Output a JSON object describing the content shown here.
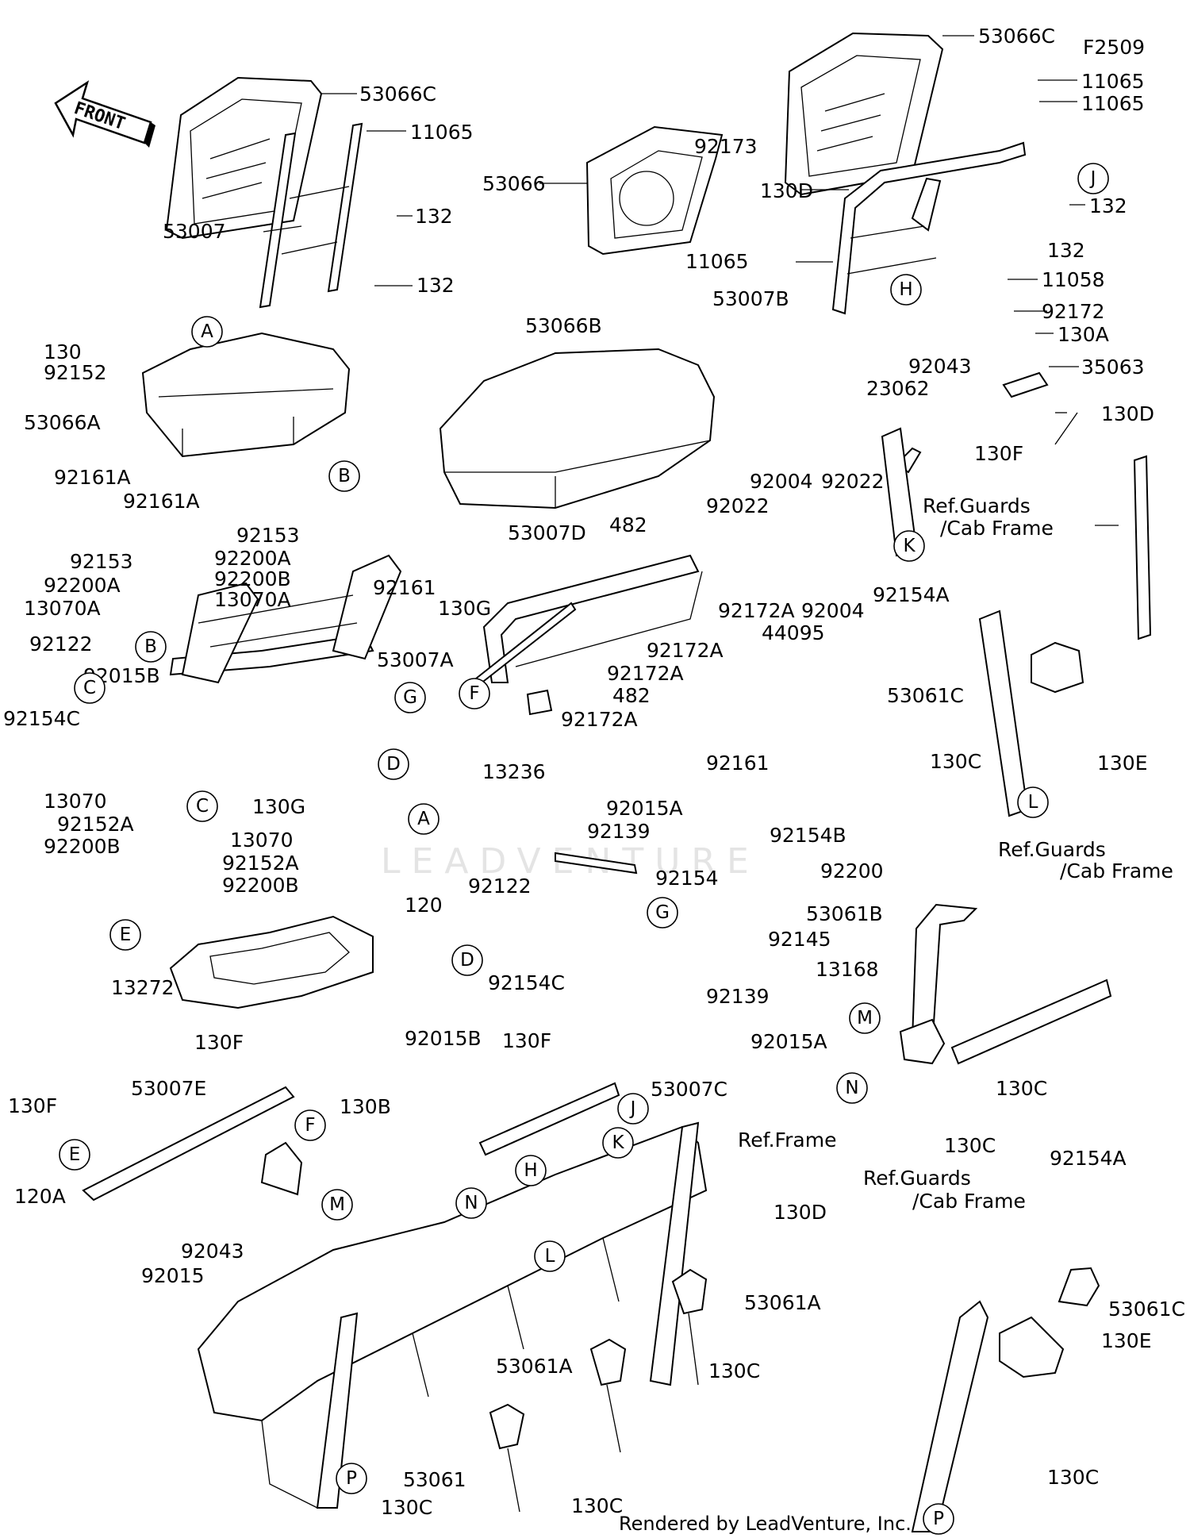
{
  "diagram_code": "F2509",
  "front_arrow_label": "FRONT",
  "footer": "Rendered by LeadVenture, Inc.",
  "watermark": "LEADVENTURE",
  "labels": [
    {
      "id": "l01",
      "text": "53066C"
    },
    {
      "id": "l02",
      "text": "53066C"
    },
    {
      "id": "l03",
      "text": "F2509"
    },
    {
      "id": "l04",
      "text": "11065"
    },
    {
      "id": "l05",
      "text": "11065"
    },
    {
      "id": "l06",
      "text": "11065"
    },
    {
      "id": "l07",
      "text": "132"
    },
    {
      "id": "l08",
      "text": "53066"
    },
    {
      "id": "l09",
      "text": "92173"
    },
    {
      "id": "l10",
      "text": "130D"
    },
    {
      "id": "l11",
      "text": "132"
    },
    {
      "id": "l12",
      "text": "132"
    },
    {
      "id": "l13",
      "text": "53007"
    },
    {
      "id": "l14",
      "text": "132"
    },
    {
      "id": "l15",
      "text": "11065"
    },
    {
      "id": "l16",
      "text": "11058"
    },
    {
      "id": "l17",
      "text": "53007B"
    },
    {
      "id": "l18",
      "text": "92172"
    },
    {
      "id": "l19",
      "text": "53066B"
    },
    {
      "id": "l20",
      "text": "130A"
    },
    {
      "id": "l21",
      "text": "130"
    },
    {
      "id": "l22",
      "text": "92152"
    },
    {
      "id": "l23",
      "text": "92043"
    },
    {
      "id": "l24",
      "text": "35063"
    },
    {
      "id": "l25",
      "text": "53066A"
    },
    {
      "id": "l26",
      "text": "23062"
    },
    {
      "id": "l27",
      "text": "130D"
    },
    {
      "id": "l28",
      "text": "130F"
    },
    {
      "id": "l29",
      "text": "92161A"
    },
    {
      "id": "l30",
      "text": "92004"
    },
    {
      "id": "l31",
      "text": "92022"
    },
    {
      "id": "l32",
      "text": "92161A"
    },
    {
      "id": "l33",
      "text": "92022"
    },
    {
      "id": "l34",
      "text": "Ref.Guards"
    },
    {
      "id": "l35",
      "text": "/Cab Frame"
    },
    {
      "id": "l36",
      "text": "482"
    },
    {
      "id": "l37",
      "text": "53007D"
    },
    {
      "id": "l38",
      "text": "92153"
    },
    {
      "id": "l39",
      "text": "92200A"
    },
    {
      "id": "l40",
      "text": "92153"
    },
    {
      "id": "l41",
      "text": "92200B"
    },
    {
      "id": "l42",
      "text": "92161"
    },
    {
      "id": "l43",
      "text": "92200A"
    },
    {
      "id": "l44",
      "text": "13070A"
    },
    {
      "id": "l45",
      "text": "130G"
    },
    {
      "id": "l46",
      "text": "92154A"
    },
    {
      "id": "l47",
      "text": "92172A"
    },
    {
      "id": "l48",
      "text": "92004"
    },
    {
      "id": "l49",
      "text": "13070A"
    },
    {
      "id": "l50",
      "text": "44095"
    },
    {
      "id": "l51",
      "text": "92122"
    },
    {
      "id": "l52",
      "text": "92172A"
    },
    {
      "id": "l53",
      "text": "92015B"
    },
    {
      "id": "l54",
      "text": "53007A"
    },
    {
      "id": "l55",
      "text": "92172A"
    },
    {
      "id": "l56",
      "text": "482"
    },
    {
      "id": "l57",
      "text": "53061C"
    },
    {
      "id": "l58",
      "text": "92172A"
    },
    {
      "id": "l59",
      "text": "92154C"
    },
    {
      "id": "l60",
      "text": "92161"
    },
    {
      "id": "l61",
      "text": "130C"
    },
    {
      "id": "l62",
      "text": "130E"
    },
    {
      "id": "l63",
      "text": "13236"
    },
    {
      "id": "l64",
      "text": "13070"
    },
    {
      "id": "l65",
      "text": "130G"
    },
    {
      "id": "l66",
      "text": "92015A"
    },
    {
      "id": "l67",
      "text": "92152A"
    },
    {
      "id": "l68",
      "text": "92200B"
    },
    {
      "id": "l69",
      "text": "92154B"
    },
    {
      "id": "l70",
      "text": "Ref.Guards"
    },
    {
      "id": "l71",
      "text": "92139"
    },
    {
      "id": "l72",
      "text": "13070"
    },
    {
      "id": "l73",
      "text": "/Cab Frame"
    },
    {
      "id": "l74",
      "text": "92200"
    },
    {
      "id": "l75",
      "text": "92152A"
    },
    {
      "id": "l76",
      "text": "92154"
    },
    {
      "id": "l77",
      "text": "92200B"
    },
    {
      "id": "l78",
      "text": "53061B"
    },
    {
      "id": "l79",
      "text": "92122"
    },
    {
      "id": "l80",
      "text": "120"
    },
    {
      "id": "l81",
      "text": "92145"
    },
    {
      "id": "l82",
      "text": "13168"
    },
    {
      "id": "l83",
      "text": "92154C"
    },
    {
      "id": "l84",
      "text": "13272"
    },
    {
      "id": "l85",
      "text": "92139"
    },
    {
      "id": "l86",
      "text": "92015B"
    },
    {
      "id": "l87",
      "text": "92015A"
    },
    {
      "id": "l88",
      "text": "130F"
    },
    {
      "id": "l89",
      "text": "130F"
    },
    {
      "id": "l90",
      "text": "130C"
    },
    {
      "id": "l91",
      "text": "53007C"
    },
    {
      "id": "l92",
      "text": "53007E"
    },
    {
      "id": "l93",
      "text": "130F"
    },
    {
      "id": "l94",
      "text": "130B"
    },
    {
      "id": "l95",
      "text": "130C"
    },
    {
      "id": "l96",
      "text": "Ref.Frame"
    },
    {
      "id": "l97",
      "text": "120A"
    },
    {
      "id": "l98",
      "text": "Ref.Guards"
    },
    {
      "id": "l99",
      "text": "130D"
    },
    {
      "id": "l100",
      "text": "/Cab Frame"
    },
    {
      "id": "l101",
      "text": "92154A"
    },
    {
      "id": "l102",
      "text": "92043"
    },
    {
      "id": "l103",
      "text": "92015"
    },
    {
      "id": "l104",
      "text": "53061A"
    },
    {
      "id": "l105",
      "text": "53061C"
    },
    {
      "id": "l106",
      "text": "130E"
    },
    {
      "id": "l107",
      "text": "53061A"
    },
    {
      "id": "l108",
      "text": "130C"
    },
    {
      "id": "l109",
      "text": "53061"
    },
    {
      "id": "l110",
      "text": "130C"
    },
    {
      "id": "l111",
      "text": "130C"
    },
    {
      "id": "l112",
      "text": "130C"
    }
  ],
  "callouts": [
    {
      "id": "c01",
      "letter": "J"
    },
    {
      "id": "c02",
      "letter": "A"
    },
    {
      "id": "c03",
      "letter": "H"
    },
    {
      "id": "c04",
      "letter": "B"
    },
    {
      "id": "c05",
      "letter": "K"
    },
    {
      "id": "c06",
      "letter": "B"
    },
    {
      "id": "c07",
      "letter": "C"
    },
    {
      "id": "c08",
      "letter": "G"
    },
    {
      "id": "c09",
      "letter": "F"
    },
    {
      "id": "c10",
      "letter": "D"
    },
    {
      "id": "c11",
      "letter": "C"
    },
    {
      "id": "c12",
      "letter": "A"
    },
    {
      "id": "c13",
      "letter": "L"
    },
    {
      "id": "c14",
      "letter": "G"
    },
    {
      "id": "c15",
      "letter": "E"
    },
    {
      "id": "c16",
      "letter": "D"
    },
    {
      "id": "c17",
      "letter": "M"
    },
    {
      "id": "c18",
      "letter": "N"
    },
    {
      "id": "c19",
      "letter": "J"
    },
    {
      "id": "c20",
      "letter": "F"
    },
    {
      "id": "c21",
      "letter": "K"
    },
    {
      "id": "c22",
      "letter": "E"
    },
    {
      "id": "c23",
      "letter": "H"
    },
    {
      "id": "c24",
      "letter": "M"
    },
    {
      "id": "c25",
      "letter": "N"
    },
    {
      "id": "c26",
      "letter": "L"
    },
    {
      "id": "c27",
      "letter": "P"
    },
    {
      "id": "c28",
      "letter": "P"
    }
  ]
}
